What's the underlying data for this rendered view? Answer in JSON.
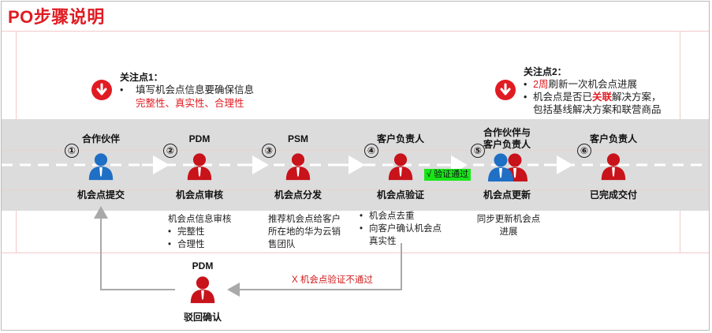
{
  "title": "PO步骤说明",
  "focus1": {
    "heading": "关注点1：",
    "line1": "填写机会点信息要确保信息",
    "line2": "完整性、真实性、合理性"
  },
  "focus2": {
    "heading": "关注点2：",
    "item1_highlight": "2周",
    "item1_rest": "刷新一次机会点进展",
    "item2_pre": "机会点是否已",
    "item2_highlight": "关联",
    "item2_post": "解决方案，",
    "item2_line2": "包括基线解决方案和联营商品"
  },
  "steps": [
    {
      "num": "①",
      "role_line1": "合作伙伴",
      "role_line2": "",
      "caption": "机会点提交",
      "person_color": "#1f6fc5"
    },
    {
      "num": "②",
      "role_line1": "PDM",
      "role_line2": "",
      "caption": "机会点审核",
      "person_color": "#c8131b"
    },
    {
      "num": "③",
      "role_line1": "PSM",
      "role_line2": "",
      "caption": "机会点分发",
      "person_color": "#c8131b"
    },
    {
      "num": "④",
      "role_line1": "客户负责人",
      "role_line2": "",
      "caption": "机会点验证",
      "person_color": "#c8131b"
    },
    {
      "num": "⑤",
      "role_line1": "合作伙伴与",
      "role_line2": "客户负责人",
      "caption": "机会点更新",
      "person_color": "#1f6fc5"
    },
    {
      "num": "⑥",
      "role_line1": "客户负责人",
      "role_line2": "",
      "caption": "已完成交付",
      "person_color": "#c8131b"
    }
  ],
  "verify_pass": "√ 验证通过",
  "notes": {
    "step2": {
      "title": "机会点信息审核",
      "items": [
        "完整性",
        "合理性"
      ]
    },
    "step3": {
      "lines": [
        "推荐机会点给客户",
        "所在地的华为云销",
        "售团队"
      ]
    },
    "step4": {
      "items": [
        "机会点去重",
        "向客户确认机会点"
      ],
      "continuation": "真实性"
    },
    "step5": {
      "lines": [
        "同步更新机会点",
        "进展"
      ]
    }
  },
  "reject": {
    "role": "PDM",
    "caption": "驳回确认",
    "person_color": "#c8131b",
    "label": "X 机会点验证不通过"
  },
  "colors": {
    "accent_red": "#e01b22",
    "partner_blue": "#1f6fc5",
    "band_gray": "#dcdcdc",
    "pass_green": "#19e619"
  }
}
